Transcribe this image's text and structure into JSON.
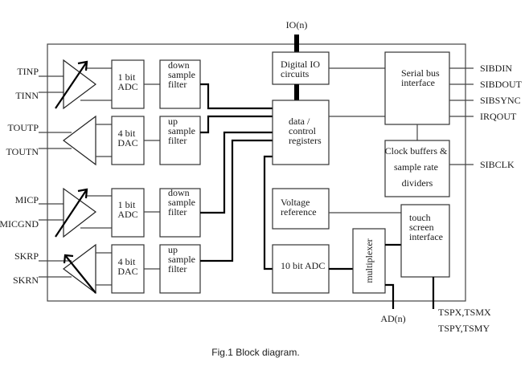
{
  "diagram": {
    "caption": "Fig.1  Block diagram.",
    "external_signals": {
      "io": "IO(n)",
      "ad": "AD(n)",
      "tsp_line1": "TSPX,TSMX",
      "tsp_line2": "TSPY,TSMY"
    },
    "left_pins": {
      "tinp": "TINP",
      "tinn": "TINN",
      "toutp": "TOUTP",
      "toutn": "TOUTN",
      "micp": "MICP",
      "micgnd": "MICGND",
      "skrp": "SKRP",
      "skrn": "SKRN"
    },
    "right_pins": {
      "sibdin": "SIBDIN",
      "sibdout": "SIBDOUT",
      "sibsync": "SIBSYNC",
      "irqout": "IRQOUT",
      "sibclk": "SIBCLK"
    },
    "blocks": {
      "adc1_top": [
        "1 bit",
        "ADC"
      ],
      "dac4_top": [
        "4 bit",
        "DAC"
      ],
      "adc1_bottom": [
        "1 bit",
        "ADC"
      ],
      "dac4_bottom": [
        "4 bit",
        "DAC"
      ],
      "down_filter_top": [
        "down",
        "sample",
        "filter"
      ],
      "up_filter_top": [
        "up",
        "sample",
        "filter"
      ],
      "down_filter_bottom": [
        "down",
        "sample",
        "filter"
      ],
      "up_filter_bottom": [
        "up",
        "sample",
        "filter"
      ],
      "digital_io": [
        "Digital IO",
        "circuits"
      ],
      "registers": [
        "data /",
        "control",
        "registers"
      ],
      "voltage_ref": [
        "Voltage",
        "reference"
      ],
      "adc10": [
        "10 bit ADC"
      ],
      "multiplexer": [
        "multiplexer"
      ],
      "serial_bus": [
        "Serial bus",
        "interface"
      ],
      "clock_buffers": [
        "Clock buffers &",
        "sample rate",
        "dividers"
      ],
      "touch_screen": [
        "touch",
        "screen",
        "interface"
      ]
    }
  }
}
